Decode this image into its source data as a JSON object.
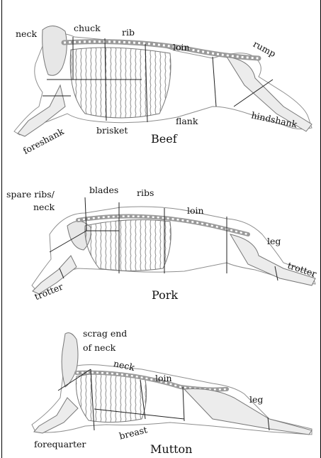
{
  "panels": {
    "beef": {
      "title": "Beef",
      "cuts": {
        "neck": "neck",
        "chuck": "chuck",
        "rib": "rib",
        "loin": "loin",
        "rump": "rump",
        "hindshank": "hindshank",
        "flank": "flank",
        "brisket": "brisket",
        "foreshank": "foreshank"
      }
    },
    "pork": {
      "title": "Pork",
      "cuts": {
        "spare_ribs_line1": "spare ribs/",
        "spare_ribs_line2": "neck",
        "blades": "blades",
        "ribs": "ribs",
        "loin": "loin",
        "leg": "leg",
        "trotter_hind": "trotter",
        "trotter_fore": "trotter"
      }
    },
    "mutton": {
      "title": "Mutton",
      "cuts": {
        "scrag_line1": "scrag end",
        "scrag_line2": "of neck",
        "neck": "neck",
        "loin": "loin",
        "leg": "leg",
        "breast": "breast",
        "forequarter": "forequarter"
      }
    }
  },
  "colors": {
    "ink": "#111111",
    "bone": "#cfcfcf",
    "outline": "#555555",
    "frame": "#000000"
  }
}
